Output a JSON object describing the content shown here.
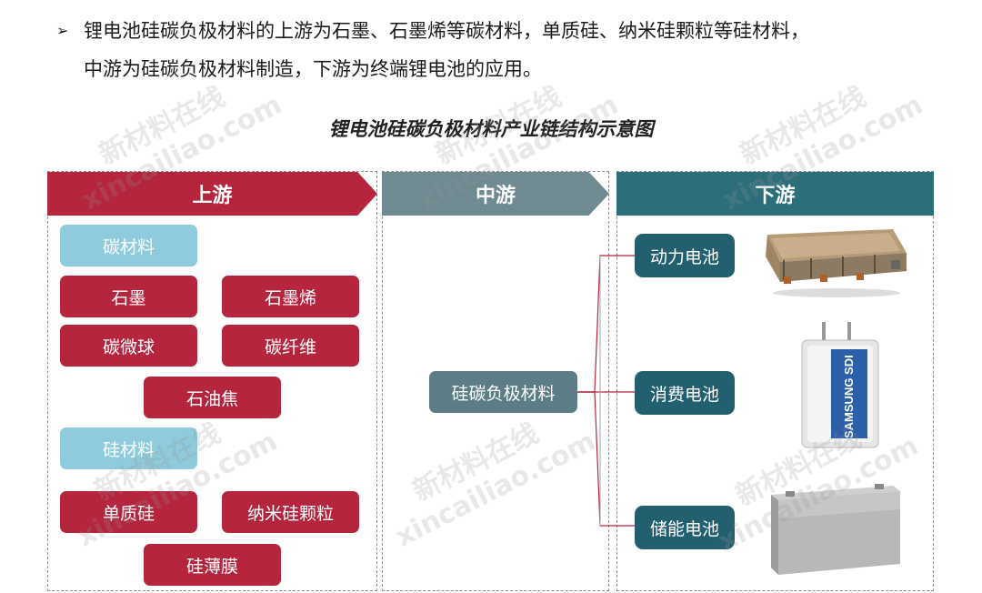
{
  "intro": {
    "bullet": "➢",
    "line1": "锂电池硅碳负极材料的上游为石墨、石墨烯等碳材料，单质硅、纳米硅颗粒等硅材料，",
    "line2": "中游为硅碳负极材料制造，下游为终端锂电池的应用。"
  },
  "diagram_title": "锂电池硅碳负极材料产业链结构示意图",
  "upstream": {
    "header": "上游",
    "carbon_category": "碳材料",
    "carbon_items": [
      "石墨",
      "石墨烯",
      "碳微球",
      "碳纤维",
      "石油焦"
    ],
    "silicon_category": "硅材料",
    "silicon_items": [
      "单质硅",
      "纳米硅颗粒",
      "硅薄膜"
    ]
  },
  "midstream": {
    "header": "中游",
    "item": "硅碳负极材料"
  },
  "downstream": {
    "header": "下游",
    "items": [
      "动力电池",
      "消费电池",
      "储能电池"
    ]
  },
  "battery_label": {
    "brand": "SAMSUNG SDI"
  },
  "watermark": {
    "cn": "新材料在线",
    "en": "xincailiao.com"
  },
  "colors": {
    "upstream_header": "#b5253e",
    "midstream_header": "#6f8a91",
    "downstream_header": "#2d6e7b",
    "category_box": "#8fcbdc",
    "material_box": "#b5253e",
    "midstream_box": "#5d7d86",
    "application_box": "#22606f"
  }
}
